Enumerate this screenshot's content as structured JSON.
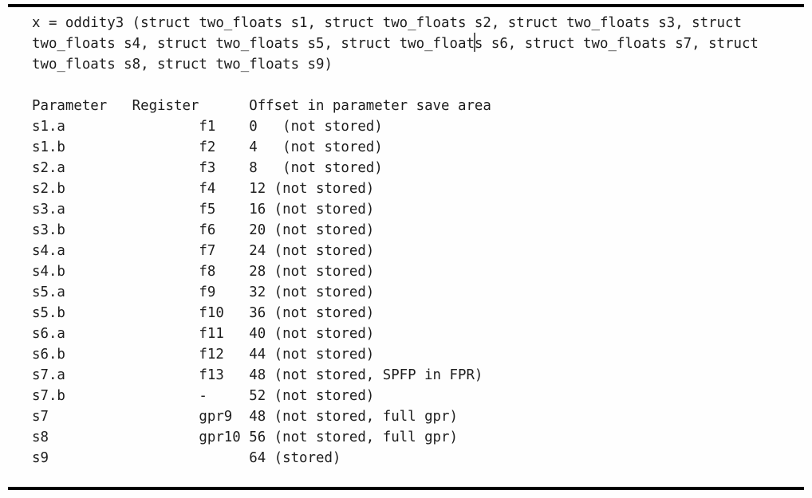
{
  "code": {
    "line1": "x = oddity3 (struct two_floats s1, struct two_floats s2, struct two_floats s3, struct",
    "line2_before_caret": "two_floats s4, struct two_floats s5, struct two_float",
    "line2_after_caret": "s s6, struct two_floats s7, struct",
    "line3": "two_floats s8, struct two_floats s9)"
  },
  "table": {
    "headers": [
      "Parameter",
      "Register",
      "Offset in parameter save area"
    ],
    "rows": [
      {
        "parameter": "s1.a",
        "register": "f1",
        "offset": "0",
        "note": "(not stored)"
      },
      {
        "parameter": "s1.b",
        "register": "f2",
        "offset": "4",
        "note": "(not stored)"
      },
      {
        "parameter": "s2.a",
        "register": "f3",
        "offset": "8",
        "note": "(not stored)"
      },
      {
        "parameter": "s2.b",
        "register": "f4",
        "offset": "12",
        "note": "(not stored)"
      },
      {
        "parameter": "s3.a",
        "register": "f5",
        "offset": "16",
        "note": "(not stored)"
      },
      {
        "parameter": "s3.b",
        "register": "f6",
        "offset": "20",
        "note": "(not stored)"
      },
      {
        "parameter": "s4.a",
        "register": "f7",
        "offset": "24",
        "note": "(not stored)"
      },
      {
        "parameter": "s4.b",
        "register": "f8",
        "offset": "28",
        "note": "(not stored)"
      },
      {
        "parameter": "s5.a",
        "register": "f9",
        "offset": "32",
        "note": "(not stored)"
      },
      {
        "parameter": "s5.b",
        "register": "f10",
        "offset": "36",
        "note": "(not stored)"
      },
      {
        "parameter": "s6.a",
        "register": "f11",
        "offset": "40",
        "note": "(not stored)"
      },
      {
        "parameter": "s6.b",
        "register": "f12",
        "offset": "44",
        "note": "(not stored)"
      },
      {
        "parameter": "s7.a",
        "register": "f13",
        "offset": "48",
        "note": "(not stored, SPFP in FPR)"
      },
      {
        "parameter": "s7.b",
        "register": "-",
        "offset": "52",
        "note": "(not stored)"
      },
      {
        "parameter": "s7",
        "register": "gpr9",
        "offset": "48",
        "note": "(not stored, full gpr)"
      },
      {
        "parameter": "s8",
        "register": "gpr10",
        "offset": "56",
        "note": "(not stored, full gpr)"
      },
      {
        "parameter": "s9",
        "register": "",
        "offset": "64",
        "note": "(stored)"
      }
    ]
  },
  "colors": {
    "background": "#fefefe",
    "text": "#1d1d1d",
    "rule": "#000000",
    "caret": "#5a5a5a"
  }
}
